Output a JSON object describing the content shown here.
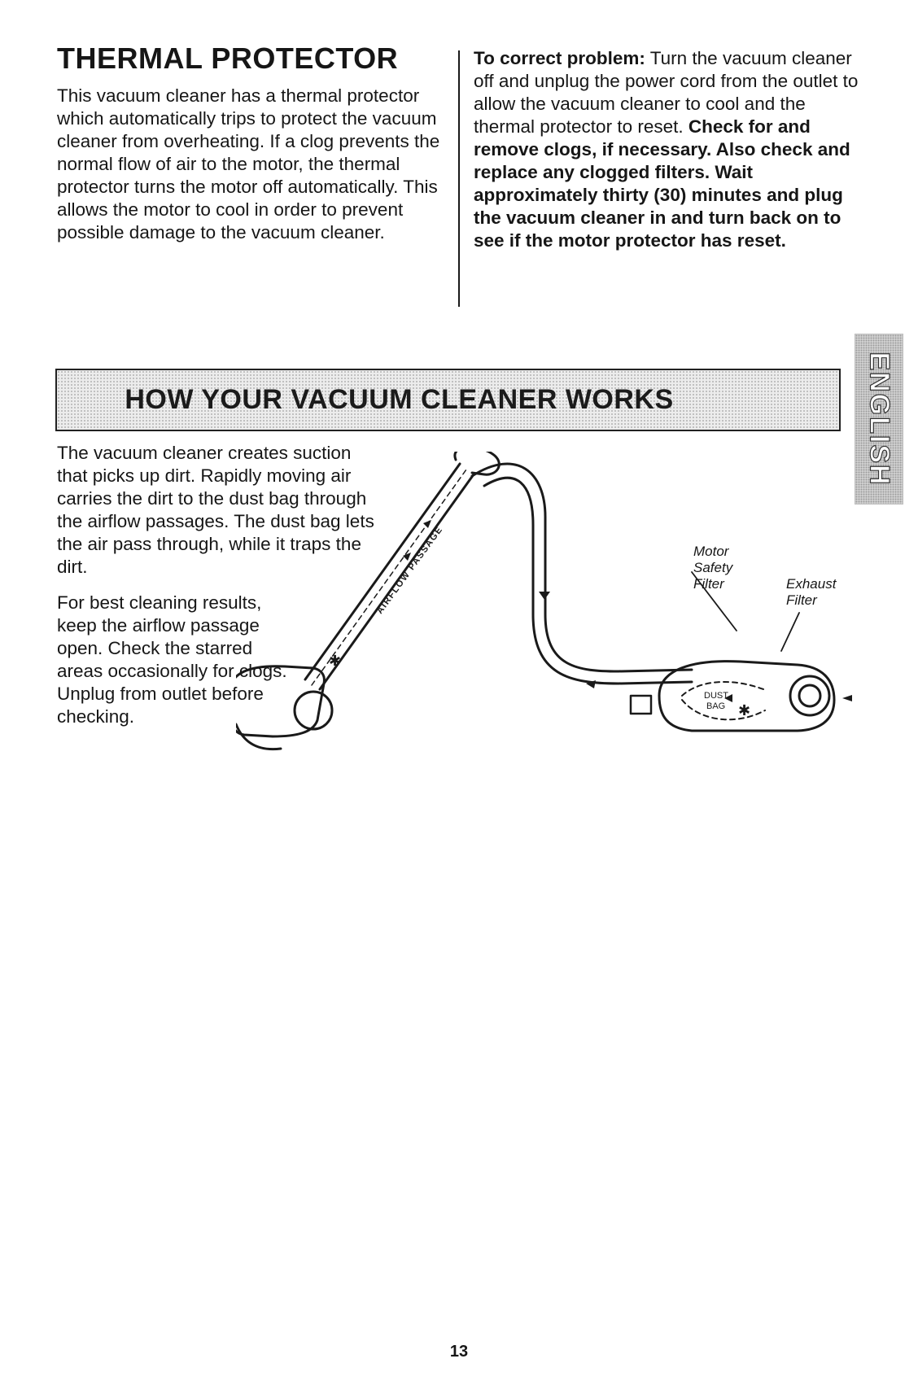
{
  "thermal": {
    "heading": "THERMAL PROTECTOR",
    "body": "This vacuum cleaner has a thermal protector which automatically trips to protect the vacuum cleaner from overheating. If a clog prevents the normal flow of air to the motor, the thermal protector turns the motor off automatically. This allows the motor to cool in order to prevent possible damage to the vacuum cleaner."
  },
  "correct": {
    "lead": "To correct problem:",
    "text": "Turn the vacuum cleaner off and unplug the power cord from the outlet to allow the vacuum cleaner to cool and the thermal protector to reset.",
    "bold": "Check for and remove clogs, if necessary. Also check and replace any clogged filters. Wait approximately thirty (30) minutes and plug the vacuum cleaner in and turn back on to see if the motor protector has reset."
  },
  "section": {
    "banner": "HOW YOUR VACUUM CLEANER WORKS",
    "tab": "ENGLISH",
    "para1": "The vacuum cleaner creates suction that picks up dirt. Rapidly moving air carries the dirt to the dust bag through the airflow passages. The dust bag lets the air pass through, while it traps the dirt.",
    "para2": "For best cleaning results, keep the airflow passage open. Check the starred areas occasionally for clogs. Unplug from outlet before checking."
  },
  "diagram": {
    "airflow_label": "AIRFLOW PASSAGE",
    "motor_label": "Motor Safety Filter",
    "exhaust_label": "Exhaust Filter",
    "bag_label_1": "DUST",
    "bag_label_2": "BAG"
  },
  "page_number": "13"
}
